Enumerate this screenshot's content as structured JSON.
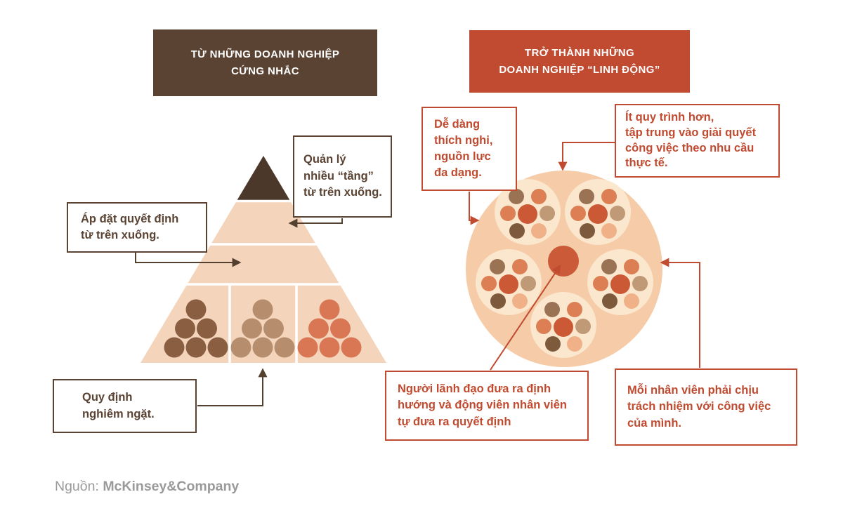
{
  "headers": {
    "left": "TỪ NHỮNG DOANH NGHIỆP\nCỨNG NHẮC",
    "right": "TRỞ THÀNH NHỮNG\nDOANH NGHIỆP “LINH ĐỘNG”"
  },
  "pyramid_labels": {
    "manage": "Quản lý\nnhiều “tầng”\ntừ trên xuống.",
    "impose": "Áp đặt quyết định\ntừ trên xuống.",
    "rules": "Quy định\nnghiêm ngặt."
  },
  "circle_labels": {
    "adapt": "Dễ dàng\nthích nghi,\nnguồn lực\nđa dạng.",
    "process": "Ít quy trình hơn,\ntập trung vào giải quyết\ncông việc theo nhu cầu\nthực tế.",
    "leader": "Người lãnh đạo đưa ra định\nhướng và động viên nhân viên\ntự đưa ra quyết định",
    "responsibility": "Mỗi nhân viên phải chịu\ntrách nhiệm với công việc\ncủa mình."
  },
  "source": {
    "prefix": "Nguồn: ",
    "name": "McKinsey&Company"
  },
  "colors": {
    "dark_brown": "#5A4333",
    "arrow_brown": "#53402F",
    "red": "#C04B30",
    "pyramid_bg": "#F4D5BB",
    "pyramid_top": "#4B382B",
    "dot_left": "#8A5E41",
    "dot_mid": "#B78E6D",
    "dot_right": "#D97755",
    "big_circle": "#F6CBA7",
    "inner_circle": "#FBE7CD",
    "center_circle": "#CB5B38",
    "pod_brown": "#9A7254",
    "pod_orange": "#DC7F55",
    "pod_red": "#CB5936",
    "pod_tan": "#C09A76",
    "pod_dark": "#7D5A3B",
    "pod_peach": "#F0B189",
    "source_gray": "#9A9A9A"
  }
}
